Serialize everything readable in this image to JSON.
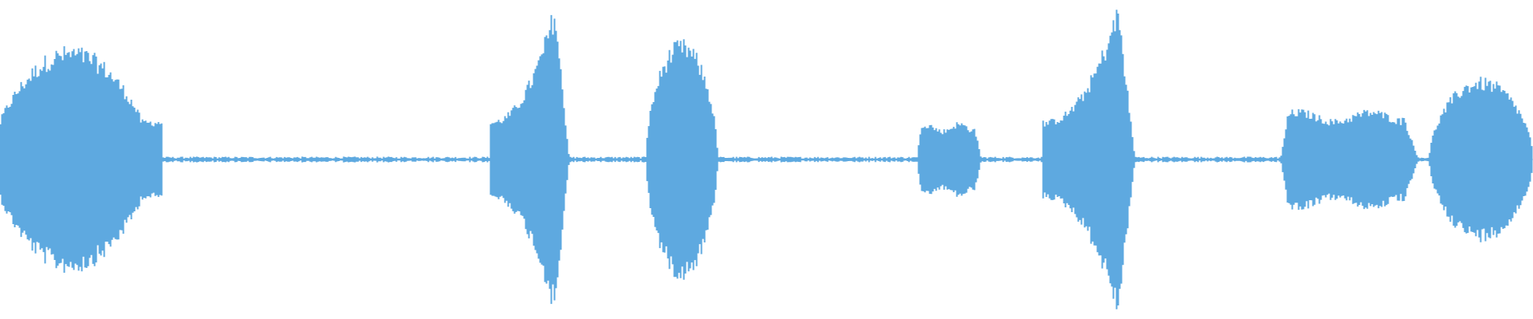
{
  "waveform": {
    "color": "#5ea9e0",
    "background": "#ffffff",
    "duration_fraction_note": "",
    "segments": [
      {
        "start": 0.0,
        "end": 0.106,
        "peak": 0.36,
        "shape": "swell"
      },
      {
        "start": 0.319,
        "end": 0.371,
        "peak": 0.5,
        "shape": "crescendo"
      },
      {
        "start": 0.421,
        "end": 0.468,
        "peak": 0.38,
        "shape": "dome"
      },
      {
        "start": 0.598,
        "end": 0.64,
        "peak": 0.12,
        "shape": "plateau"
      },
      {
        "start": 0.68,
        "end": 0.74,
        "peak": 0.5,
        "shape": "crescendo"
      },
      {
        "start": 0.835,
        "end": 0.925,
        "peak": 0.16,
        "shape": "plateau"
      },
      {
        "start": 0.932,
        "end": 1.0,
        "peak": 0.26,
        "shape": "dome"
      }
    ],
    "noise_floor": 0.006
  }
}
